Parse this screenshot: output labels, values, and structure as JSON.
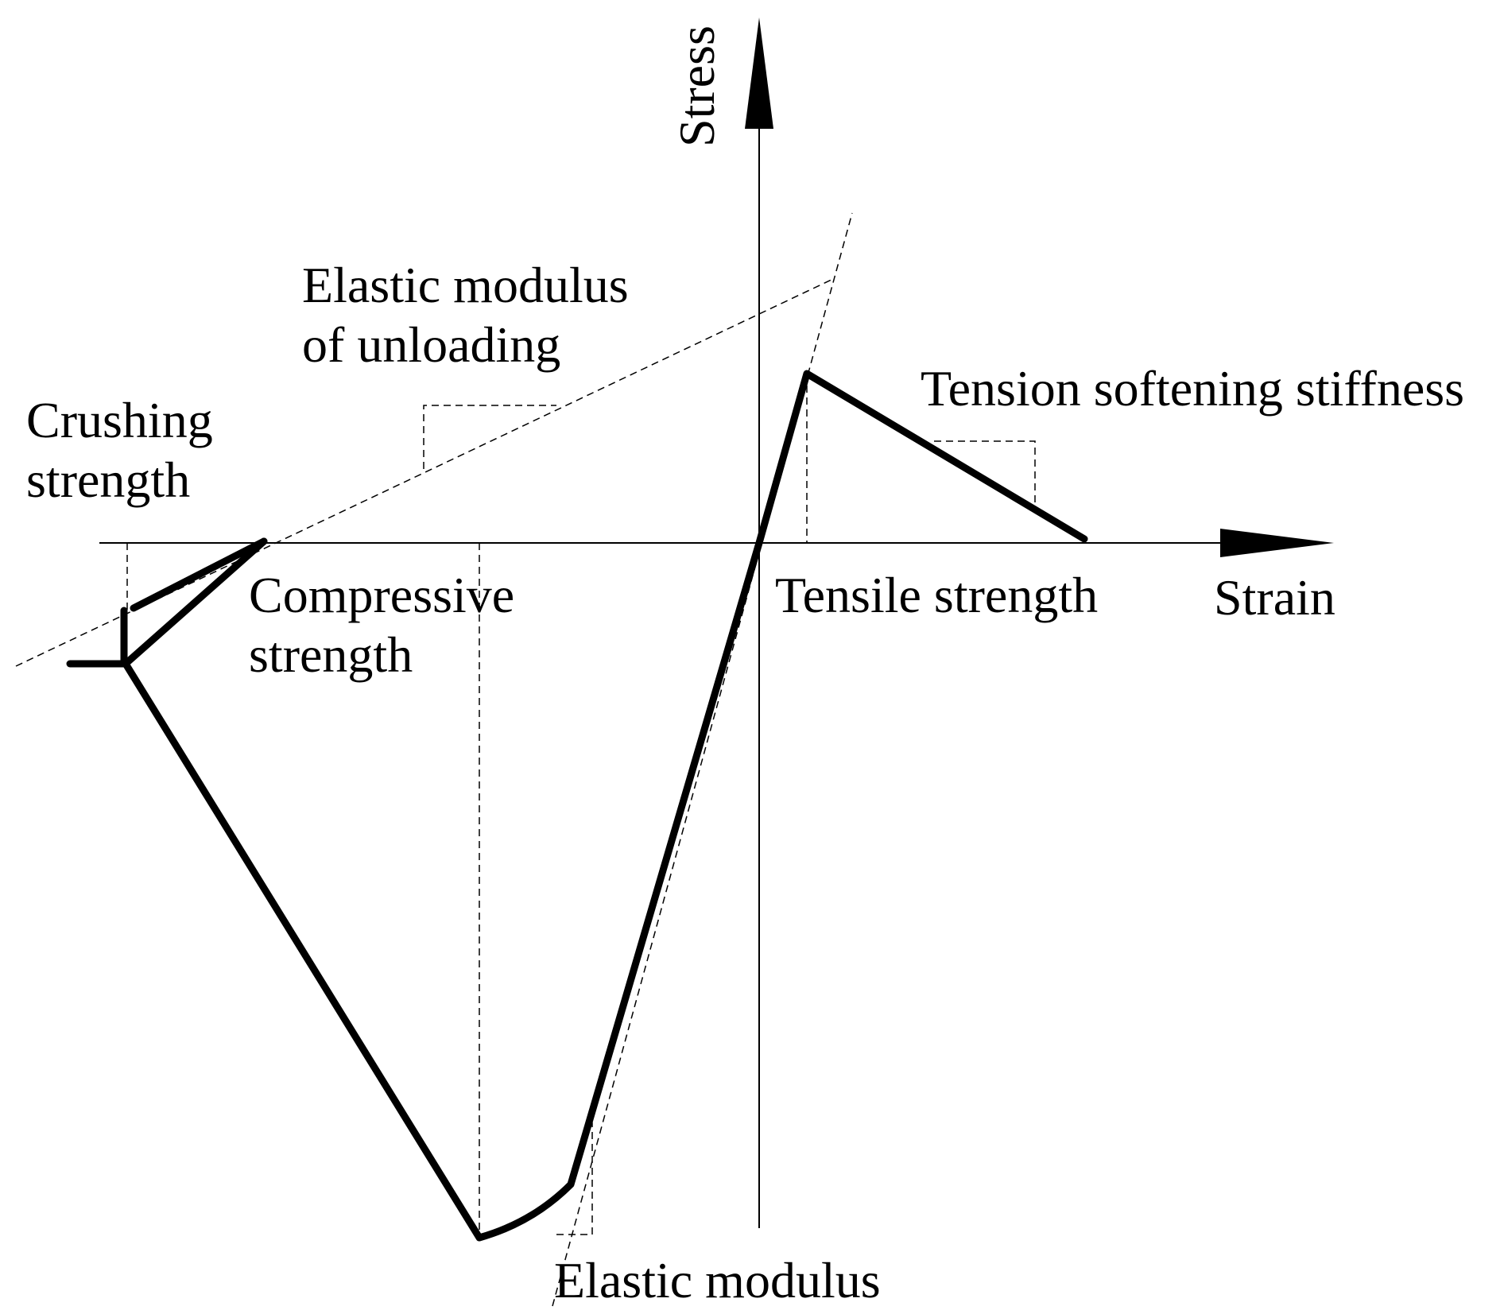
{
  "diagram": {
    "axes": {
      "x_label": "Strain",
      "y_label": "Stress"
    },
    "labels": {
      "elastic_modulus_unloading_line1": "Elastic modulus",
      "elastic_modulus_unloading_line2": "of unloading",
      "crushing_strength_line1": "Crushing",
      "crushing_strength_line2": "strength",
      "tension_softening_stiffness": "Tension softening stiffness",
      "compressive_strength_line1": "Compressive",
      "compressive_strength_line2": "strength",
      "tensile_strength": "Tensile strength",
      "elastic_modulus": "Elastic modulus"
    },
    "colors": {
      "ink": "#000000",
      "background": "#ffffff"
    }
  }
}
